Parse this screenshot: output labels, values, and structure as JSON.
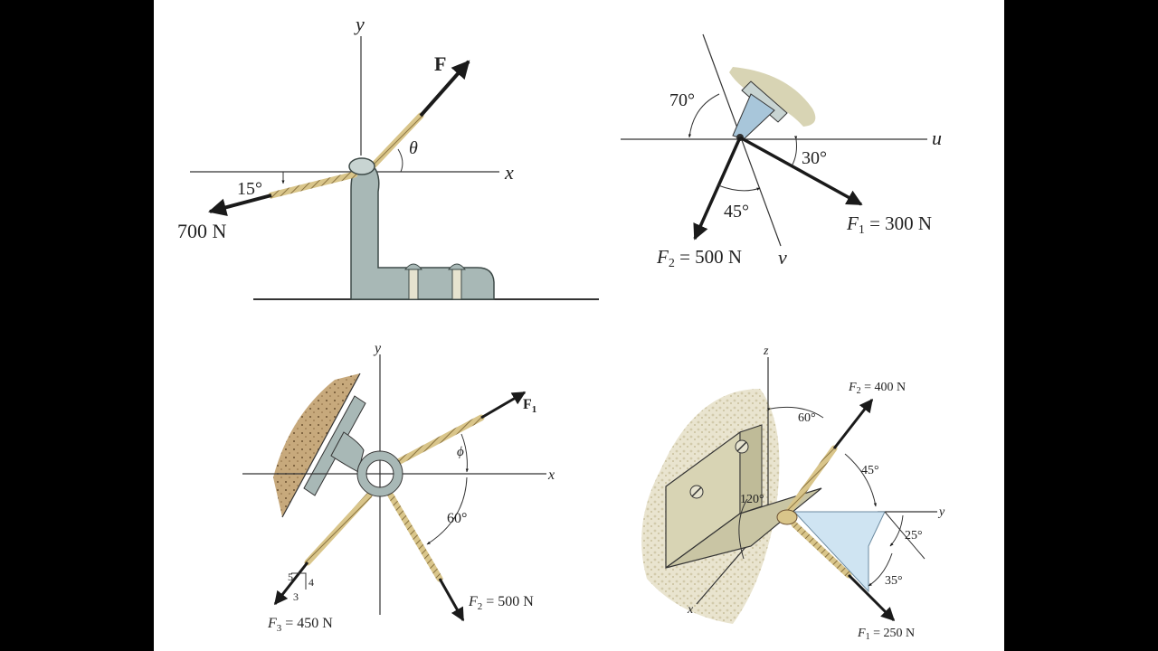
{
  "colors": {
    "background": "#000000",
    "slide": "#ffffff",
    "bracket": "#a8b8b6",
    "rope": "#d9c58a",
    "wall": "#c9b48a",
    "angle_steel": "#d8d4b4",
    "triangle_fill": "#cfe4f2"
  },
  "fig1": {
    "axis_y": "y",
    "axis_x": "x",
    "force_label": "F",
    "theta": "θ",
    "angle": "15°",
    "force_700": "700 N"
  },
  "fig2": {
    "angle_70": "70°",
    "angle_30": "30°",
    "angle_45": "45°",
    "axis_u": "u",
    "axis_v": "v",
    "f1_main": "F",
    "f1_sub": "1",
    "f1_value": " = 300 N",
    "f2_main": "F",
    "f2_sub": "2",
    "f2_value": " = 500 N"
  },
  "fig3": {
    "axis_y": "y",
    "axis_x": "x",
    "f1_main": "F",
    "f1_sub": "1",
    "phi": "ϕ",
    "angle_60": "60°",
    "tri_5": "5",
    "tri_4": "4",
    "tri_3": "3",
    "f2_main": "F",
    "f2_sub": "2",
    "f2_value": " = 500 N",
    "f3_main": "F",
    "f3_sub": "3",
    "f3_value": " = 450 N"
  },
  "fig4": {
    "axis_z": "z",
    "axis_y": "y",
    "axis_x": "x",
    "f2_main": "F",
    "f2_sub": "2",
    "f2_value": " = 400 N",
    "f1_main": "F",
    "f1_sub": "1",
    "f1_value": " = 250 N",
    "angle_60": "60°",
    "angle_45": "45°",
    "angle_120": "120°",
    "angle_25": "25°",
    "angle_35": "35°"
  }
}
